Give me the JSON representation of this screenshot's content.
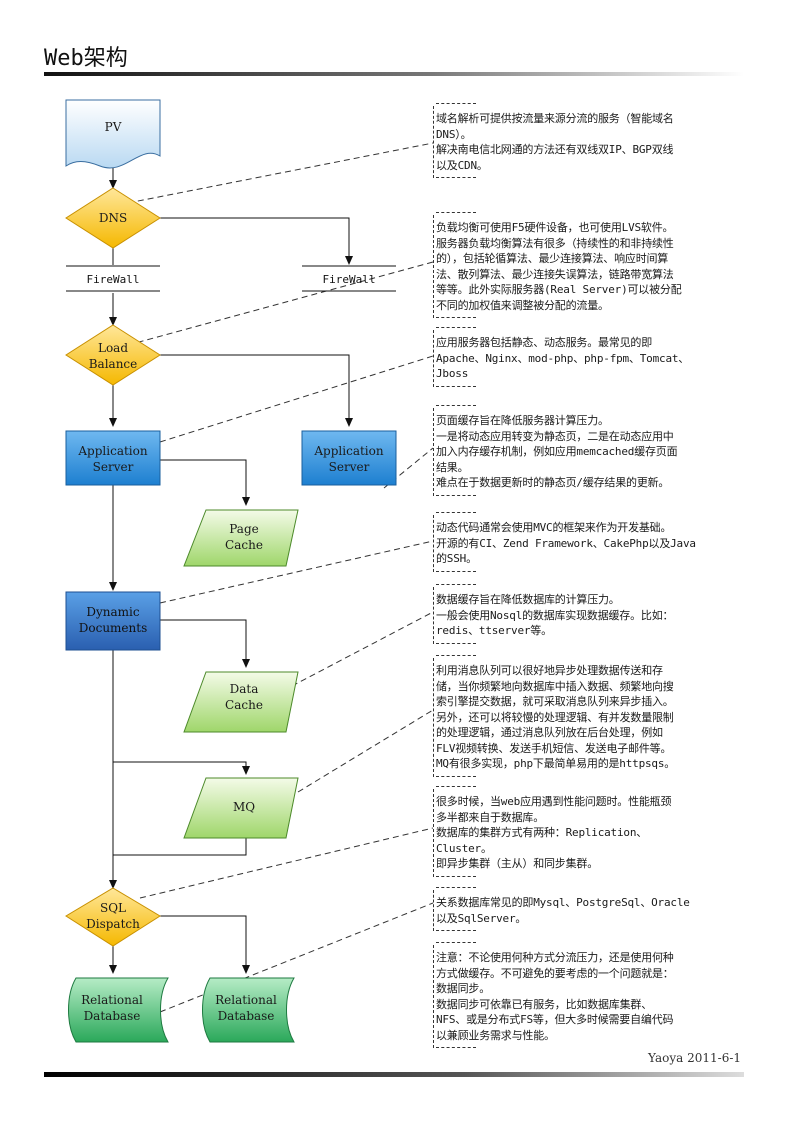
{
  "title": "Web架构",
  "footer": "Yaoya 2011-6-1",
  "nodes": {
    "pv": "PV",
    "dns": "DNS",
    "firewall_left": "FireWall",
    "firewall_right": "FireWall",
    "load_balance": [
      "Load",
      "Balance"
    ],
    "app_server_left": [
      "Application",
      "Server"
    ],
    "app_server_right": [
      "Application",
      "Server"
    ],
    "page_cache": [
      "Page",
      "Cache"
    ],
    "dynamic_documents": [
      "Dynamic",
      "Documents"
    ],
    "data_cache": [
      "Data",
      "Cache"
    ],
    "mq": "MQ",
    "sql_dispatch": [
      "SQL",
      "Dispatch"
    ],
    "relational_db_left": [
      "Relational",
      "Database"
    ],
    "relational_db_right": [
      "Relational",
      "Database"
    ]
  },
  "notes": [
    {
      "lines": [
        "域名解析可提供按流量来源分流的服务（智能域名",
        "DNS）。",
        "解决南电信北网通的方法还有双线双IP、BGP双线",
        "以及CDN。"
      ]
    },
    {
      "lines": [
        "负载均衡可使用F5硬件设备，也可使用LVS软件。",
        "服务器负载均衡算法有很多（持续性的和非持续性",
        "的），包括轮循算法、最少连接算法、响应时间算",
        "法、散列算法、最少连接失误算法，链路带宽算法",
        "等等。此外实际服务器(Real Server)可以被分配",
        "不同的加权值来调整被分配的流量。"
      ]
    },
    {
      "lines": [
        "应用服务器包括静态、动态服务。最常见的即",
        "Apache、Nginx、mod-php、php-fpm、Tomcat、",
        "Jboss"
      ]
    },
    {
      "lines": [
        "页面缓存旨在降低服务器计算压力。",
        "一是将动态应用转变为静态页，二是在动态应用中",
        "加入内存缓存机制，例如应用memcached缓存页面",
        "结果。",
        "难点在于数据更新时的静态页/缓存结果的更新。"
      ]
    },
    {
      "lines": [
        "动态代码通常会使用MVC的框架来作为开发基础。",
        "开源的有CI、Zend Framework、CakePhp以及Java",
        "的SSH。"
      ]
    },
    {
      "lines": [
        "数据缓存旨在降低数据库的计算压力。",
        "一般会使用Nosql的数据库实现数据缓存。比如：",
        "redis、ttserver等。"
      ]
    },
    {
      "lines": [
        "利用消息队列可以很好地异步处理数据传送和存",
        "储，当你频繁地向数据库中插入数据、频繁地向搜",
        "索引擎提交数据，就可采取消息队列来异步插入。",
        "另外，还可以将较慢的处理逻辑、有并发数量限制",
        "的处理逻辑，通过消息队列放在后台处理，例如",
        "FLV视频转换、发送手机短信、发送电子邮件等。",
        "MQ有很多实现，php下最简单易用的是httpsqs。"
      ]
    },
    {
      "lines": [
        "很多时候，当web应用遇到性能问题时。性能瓶颈",
        "多半都来自于数据库。",
        "数据库的集群方式有两种：Replication、",
        "Cluster。",
        "即异步集群（主从）和同步集群。"
      ]
    },
    {
      "lines": [
        "关系数据库常见的即Mysql、PostgreSql、Oracle",
        "以及SqlServer。"
      ]
    },
    {
      "lines": [
        "注意：不论使用何种方式分流压力，还是使用何种",
        "方式做缓存。不可避免的要考虑的一个问题就是：",
        "数据同步。",
        "数据同步可依靠已有服务，比如数据库集群、",
        "NFS、或是分布式FS等，但大多时候需要自编代码",
        "以兼顾业务需求与性能。"
      ]
    }
  ]
}
